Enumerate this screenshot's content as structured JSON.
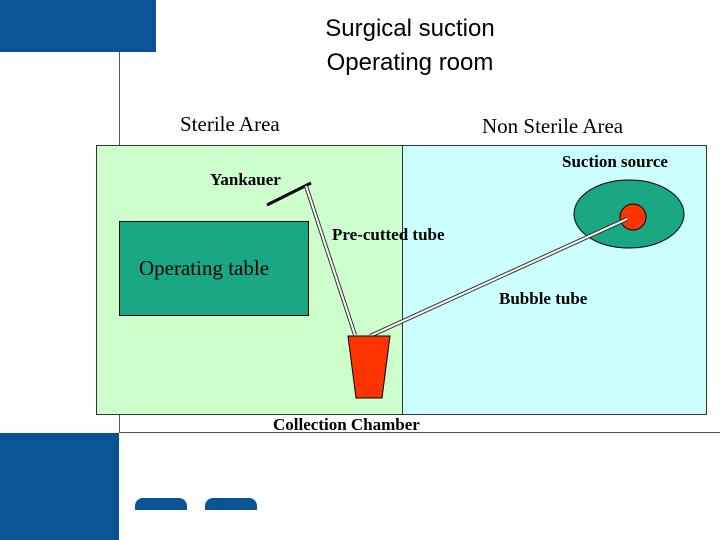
{
  "slide": {
    "title_line1": "Surgical suction",
    "title_line2": "Operating room"
  },
  "areas": {
    "sterile_label": "Sterile Area",
    "non_sterile_label": "Non Sterile Area"
  },
  "labels": {
    "suction_source": "Suction source",
    "yankauer": "Yankauer",
    "pre_cutted_tube": "Pre-cutted tube",
    "operating_table": "Operating table",
    "bubble_tube": "Bubble tube",
    "collection_chamber": "Collection Chamber"
  },
  "colors": {
    "brand_blue": "#0a5394",
    "sterile_fill": "#ccffcc",
    "non_sterile_fill": "#ccffff",
    "table_fill": "#1aa784",
    "source_ellipse_fill": "#1aa784",
    "source_dot_fill": "#ff3300",
    "collection_fill": "#ff3300"
  }
}
